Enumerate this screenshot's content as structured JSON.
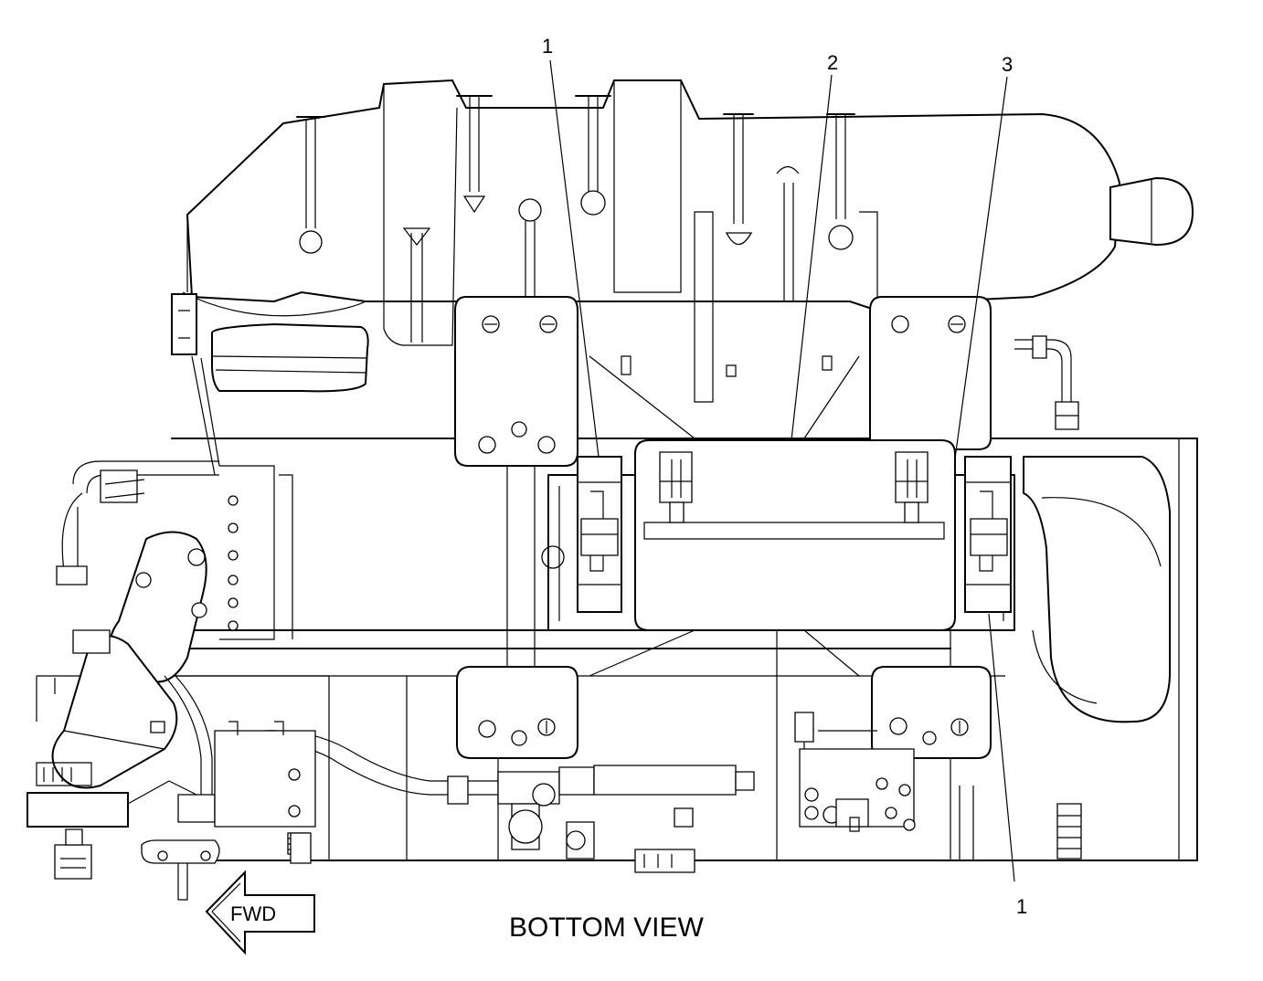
{
  "callouts": {
    "c1_top": "1",
    "c2": "2",
    "c3": "3",
    "c1_bottom": "1"
  },
  "direction_arrow": {
    "label": "FWD"
  },
  "caption": "BOTTOM VIEW"
}
